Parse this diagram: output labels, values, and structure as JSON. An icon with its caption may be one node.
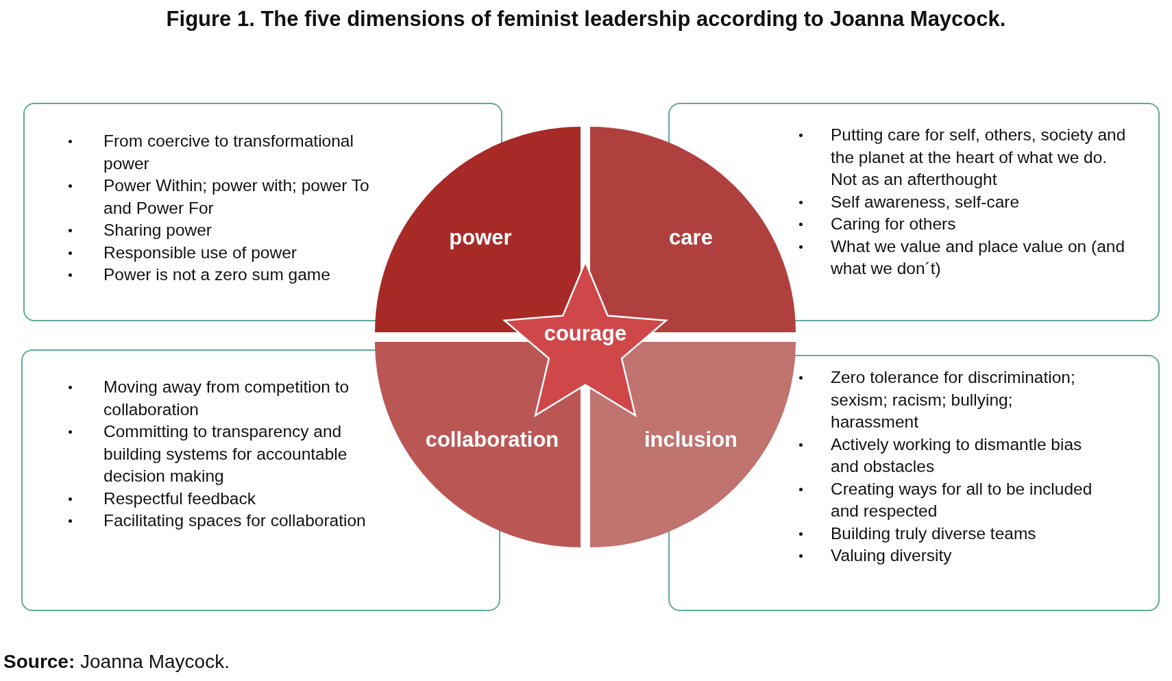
{
  "diagram": {
    "title": "Figure 1. The five dimensions of feminist leadership according to Joanna Maycock.",
    "caption": "**Source:** Joanna Maycock.",
    "nodes": [
      {
        "text": [
          "From coercive to transformational power",
          "Power Within; power with; power To and Power For",
          "Sharing power",
          "Responsible use of power",
          "Power is not a zero sum game"
        ]
      },
      {
        "text": [
          "power"
        ]
      },
      {
        "text": [
          "care"
        ]
      },
      {
        "text": [
          "Putting care for self, others, society and the planet at the heart of what we do. Not as an afterthought",
          "Self awareness, self-care",
          "Caring for others",
          "What we value and place value on (and what we don´t)"
        ]
      },
      {
        "text": [
          "courage"
        ]
      },
      {
        "text": [
          "Moving away from competition to collaboration",
          "Committing to transparency and building systems for accountable decision making",
          "Respectful feedback",
          "Facilitating spaces for collaboration"
        ]
      },
      {
        "text": [
          "collaboration"
        ]
      },
      {
        "text": [
          "inclusion"
        ]
      },
      {
        "text": [
          "Zero tolerance for discrimination; sexism; racism; bullying; harassment",
          "Actively working to dismantle bias and obstacles",
          "Creating ways for all to be included and respected",
          "Building truly diverse teams",
          "Valuing diversity"
        ]
      }
    ]
  }
}
